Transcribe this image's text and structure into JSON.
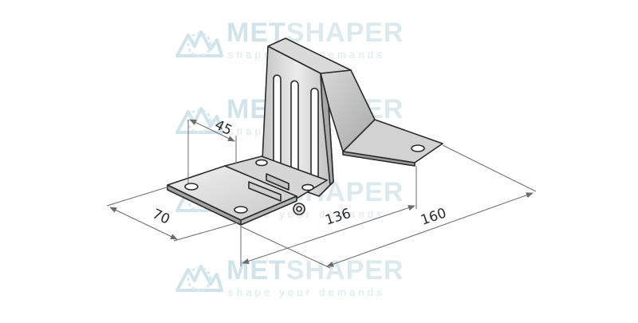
{
  "watermark": {
    "brand_prefix": "MET",
    "brand_suffix": "SHAPER",
    "tagline": "shape your demands",
    "colors": {
      "brand": "#cfe3ea",
      "tagline": "#d7e7ed"
    }
  },
  "dimensions": {
    "d45": "45",
    "d70": "70",
    "d136": "136",
    "d160": "160"
  },
  "colors": {
    "metal_light": "#e6e6e6",
    "metal_mid": "#c9c9c9",
    "metal_dark": "#9a9a9a",
    "outline": "#2a2a2a",
    "dimension_line": "#6b6b6b"
  }
}
